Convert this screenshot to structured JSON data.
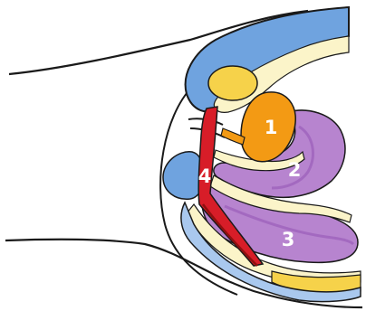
{
  "labels": {
    "n1": "1",
    "n2": "2",
    "n3": "3",
    "n4": "4"
  },
  "colors": {
    "outline": "#1a1a1a",
    "light_blue": "#6fa3df",
    "pale_blue": "#a9c8ee",
    "cream": "#fbf4c9",
    "yellow": "#f6d24a",
    "orange": "#f39a14",
    "orange_dark": "#e07d0b",
    "purple": "#b784cf",
    "purple_dark": "#9d63bb",
    "red": "#d71d28",
    "red_dark": "#8f1010",
    "background": "#ffffff"
  }
}
